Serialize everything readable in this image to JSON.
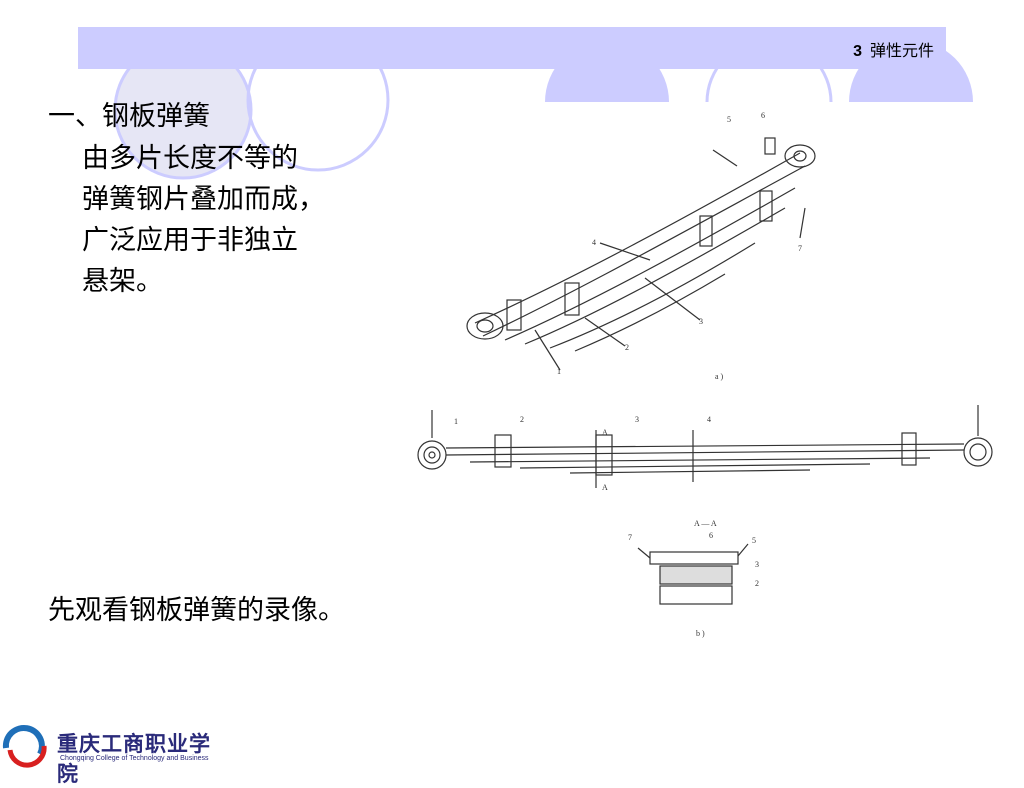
{
  "header": {
    "section_number": "3",
    "section_title": "弹性元件"
  },
  "content": {
    "heading": "一、钢板弹簧",
    "lines": [
      "由多片长度不等的",
      "弹簧钢片叠加而成，",
      "广泛应用于非独立",
      "悬架。"
    ],
    "note": "先观看钢板弹簧的录像。"
  },
  "figure_a": {
    "labels": [
      "5",
      "6",
      "4",
      "7",
      "3",
      "2",
      "1"
    ],
    "caption": "a )"
  },
  "figure_b": {
    "labels": [
      "1",
      "2",
      "3",
      "4"
    ],
    "section_labels": [
      "A",
      "A"
    ],
    "section_title": "A — A",
    "section_part_labels": [
      "7",
      "6",
      "5",
      "3",
      "2"
    ],
    "caption": "b )"
  },
  "logo": {
    "name_cn": "重庆工商职业学院",
    "name_en": "Chongqing College of Technology and Business"
  },
  "colors": {
    "header_bar": "#ccccff",
    "deco_circle": "#ccccff",
    "deco_fill": "#e6e6f5"
  }
}
